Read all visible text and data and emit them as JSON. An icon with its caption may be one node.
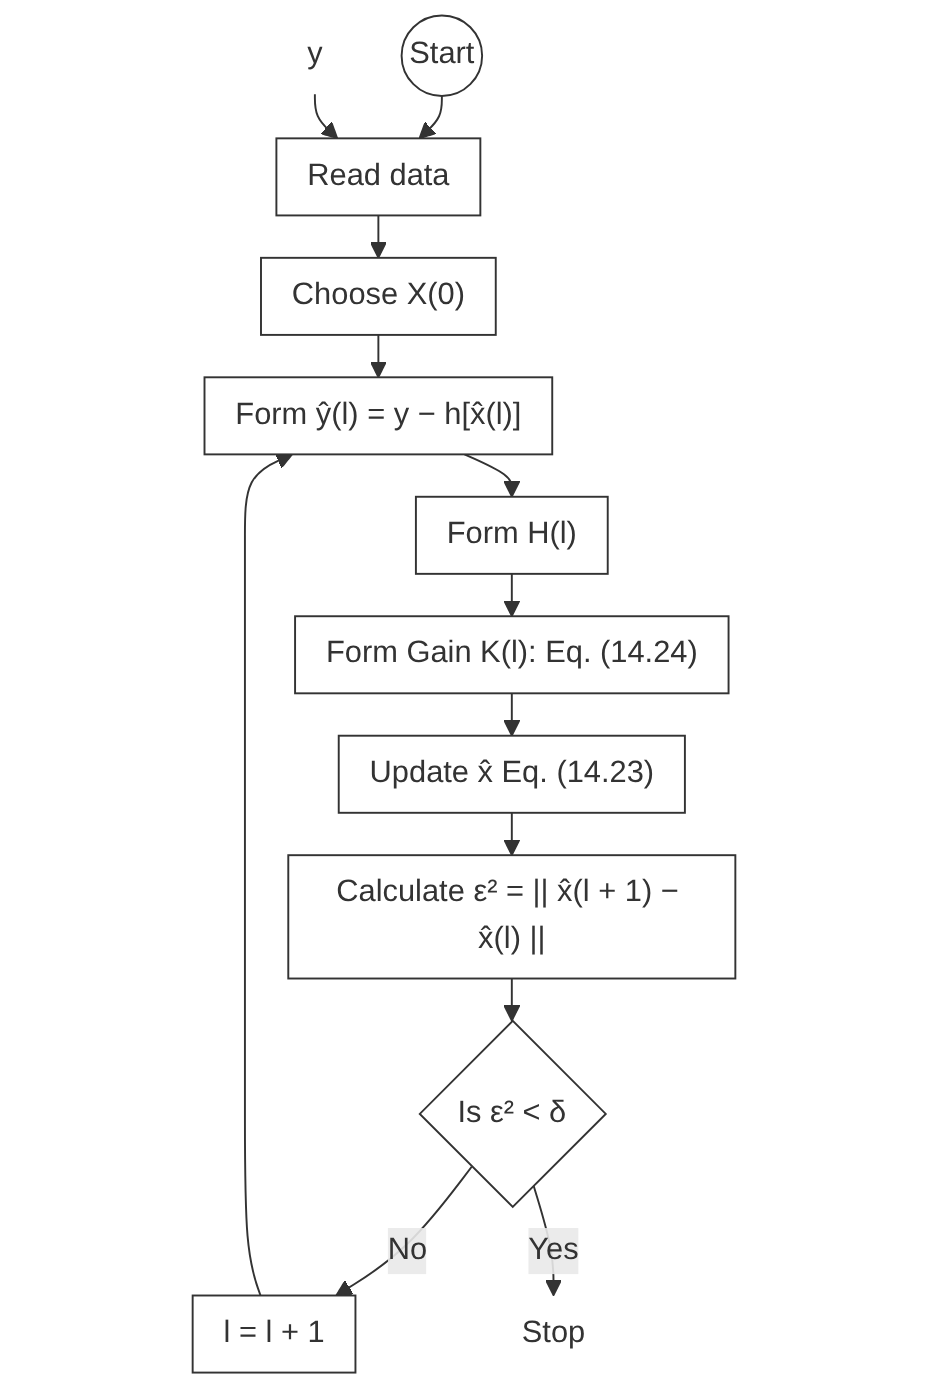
{
  "diagram": {
    "nodes": [
      {
        "text": [
          "Start"
        ]
      },
      {
        "text": [
          "y"
        ]
      },
      {
        "text": [
          "Read data"
        ]
      },
      {
        "text": [
          "Choose X(0)"
        ]
      },
      {
        "text": [
          "Form ŷ(l) = y − h[x̂(l)]"
        ]
      },
      {
        "text": [
          "Form H(l)"
        ]
      },
      {
        "text": [
          "l = l + 1"
        ]
      },
      {
        "text": [
          "Form Gain K(l): Eq. (14.24)"
        ]
      },
      {
        "text": [
          "Update x̂ Eq. (14.23)"
        ]
      },
      {
        "text": [
          "Calculate ε² = || x̂(l + 1) − x̂(l) ||"
        ]
      },
      {
        "text": [
          "Is ε² < δ"
        ]
      },
      {
        "text": [
          "Stop"
        ]
      }
    ],
    "edges": [
      {
        "from": 0,
        "to": 2,
        "arrow": "to"
      },
      {
        "from": 1,
        "to": 2,
        "arrow": "to"
      },
      {
        "from": 2,
        "to": 3,
        "arrow": "to"
      },
      {
        "from": 3,
        "to": 4,
        "arrow": "to"
      },
      {
        "from": 4,
        "to": 5,
        "arrow": "to"
      },
      {
        "from": 5,
        "to": 7,
        "arrow": "to"
      },
      {
        "from": 7,
        "to": 8,
        "arrow": "to"
      },
      {
        "from": 8,
        "to": 9,
        "arrow": "to"
      },
      {
        "from": 9,
        "to": 10,
        "arrow": "to"
      },
      {
        "from": 10,
        "to": 6,
        "label": "No",
        "arrow": "to"
      },
      {
        "from": 6,
        "to": 4,
        "arrow": "to"
      },
      {
        "from": 10,
        "to": 11,
        "label": "Yes",
        "arrow": "to"
      }
    ]
  }
}
